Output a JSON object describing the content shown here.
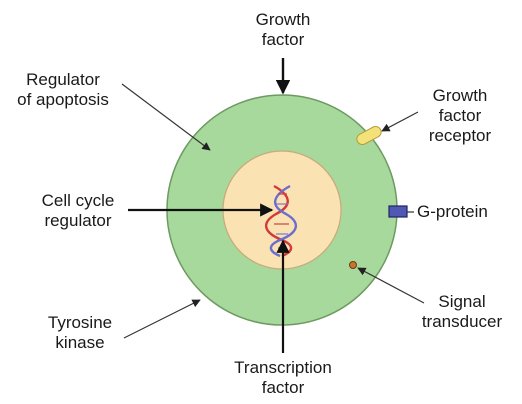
{
  "labels": {
    "growth_factor": [
      "Growth",
      "factor"
    ],
    "regulator_of_apoptosis": [
      "Regulator",
      "of apoptosis"
    ],
    "growth_factor_receptor": [
      "Growth",
      "factor",
      "receptor"
    ],
    "cell_cycle_regulator": [
      "Cell cycle",
      "regulator"
    ],
    "g_protein": "G-protein",
    "tyrosine_kinase": [
      "Tyrosine",
      "kinase"
    ],
    "signal_transducer": [
      "Signal",
      "transducer"
    ],
    "transcription_factor": [
      "Transcription",
      "factor"
    ]
  },
  "colors": {
    "cytoplasm": "#a6d99b",
    "cell_border": "#6e9a62",
    "nucleus": "#fbe2b3",
    "nucleus_border": "#c9a979",
    "receptor": "#f3e27a",
    "g_protein": "#4f58b3",
    "transducer": "#c9742e",
    "dna_red": "#d23a3a",
    "dna_blue": "#6a6ed0",
    "line": "#222222"
  }
}
